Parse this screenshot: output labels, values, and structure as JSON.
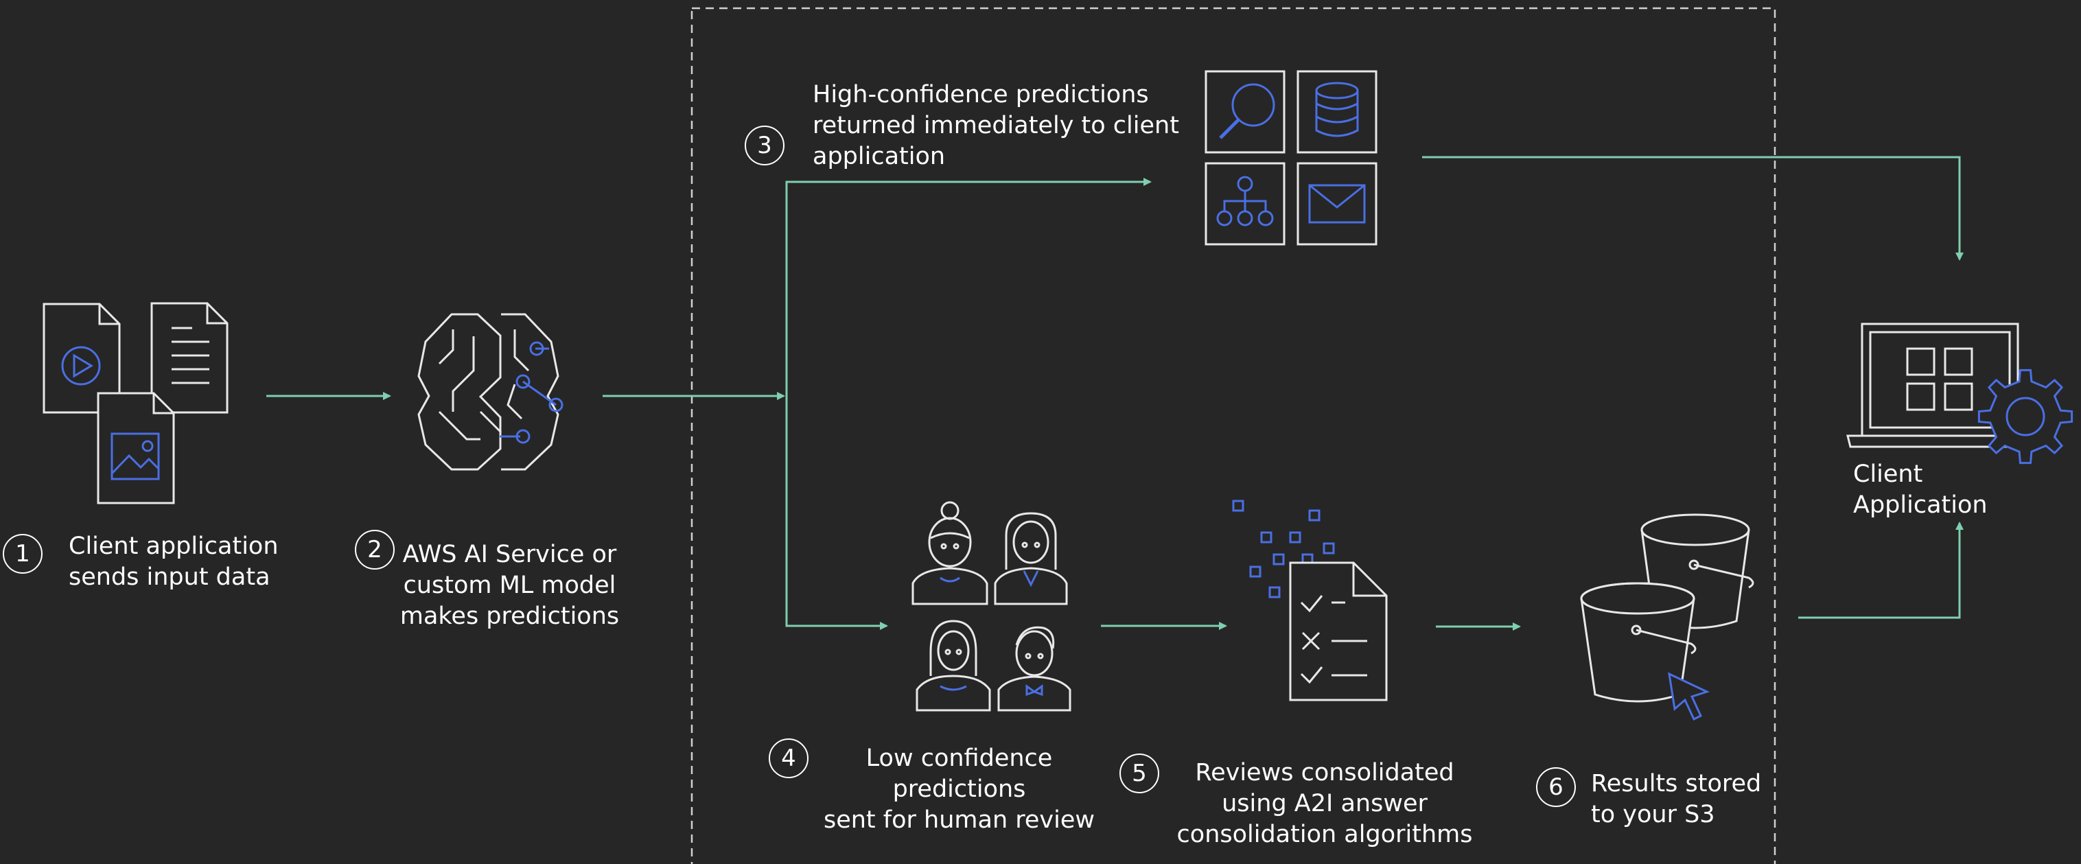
{
  "colors": {
    "background": "#262626",
    "arrow": "#7fcfb0",
    "icon_stroke": "#e8e8e8",
    "accent_blue": "#4a6fe3",
    "boundary_dash": "#d0d0d0"
  },
  "steps": [
    {
      "number": "1",
      "text": "Client application\nsends input data"
    },
    {
      "number": "2",
      "text": "AWS AI Service or\ncustom ML model\nmakes predictions"
    },
    {
      "number": "3",
      "text": "High-confidence predictions\nreturned immediately to client\napplication"
    },
    {
      "number": "4",
      "text": "Low confidence predictions\nsent for human review"
    },
    {
      "number": "5",
      "text": "Reviews consolidated\nusing A2I answer\nconsolidation algorithms"
    },
    {
      "number": "6",
      "text": "Results stored\nto your S3"
    }
  ],
  "client_app": {
    "label": "Client\nApplication"
  },
  "icons": [
    "video-document-icon",
    "text-document-icon",
    "image-document-icon",
    "brain-icon",
    "search-icon",
    "database-icon",
    "hierarchy-icon",
    "envelope-icon",
    "human-reviewers-icon",
    "checklist-icon",
    "s3-buckets-icon",
    "cursor-icon",
    "laptop-icon",
    "gear-icon"
  ]
}
